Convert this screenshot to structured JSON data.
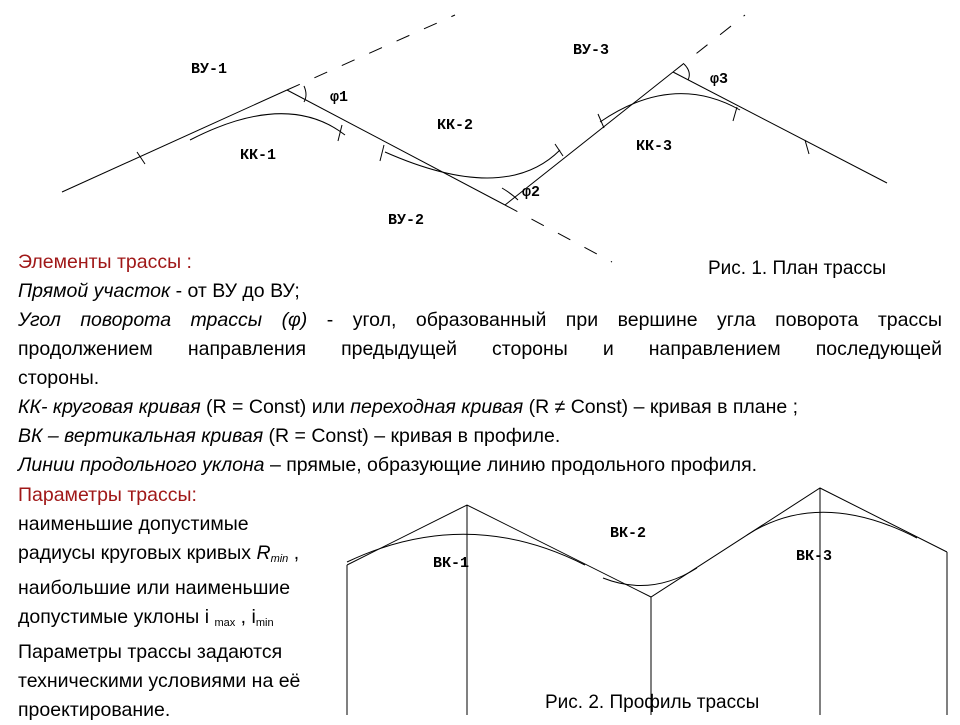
{
  "plan": {
    "labels": {
      "vu1": "ВУ-1",
      "vu2": "ВУ-2",
      "vu3": "ВУ-3",
      "phi1": "φ1",
      "phi2": "φ2",
      "phi3": "φ3",
      "kk1": "КК-1",
      "kk2": "КК-2",
      "kk3": "КК-3"
    },
    "caption": "Рис. 1. План трассы"
  },
  "elements": {
    "heading": "Элементы трассы :",
    "straight_term": "Прямой участок",
    "straight_def": "  - от ВУ до ВУ;",
    "angle_term": "Угол поворота трассы (φ)",
    "angle_def_1": " - угол, образованный при вершине угла поворота трассы",
    "angle_def_2": "продолжением направления предыдущей стороны и направлением последующей",
    "angle_def_3": "стороны.",
    "kk_term": "КК- круговая кривая",
    "kk_def_1": " (R = Const) или ",
    "kk_term_2": "переходная кривая",
    "kk_def_2": " (R ≠ Const) – кривая в плане ;",
    "vk_term": "ВК – вертикальная кривая",
    "vk_def": " (R = Const) – кривая в профиле.",
    "slope_term": "Линии продольного уклона",
    "slope_def": " – прямые, образующие линию продольного профиля."
  },
  "parameters": {
    "heading": "Параметры трассы:",
    "line1": "наименьшие допустимые",
    "line2a": "радиусы круговых кривых ",
    "line2_r": "R",
    "line2_sub": "min",
    "line2b": " ,",
    "line3": "наибольшие или наименьшие",
    "line4a": "допустимые уклоны i ",
    "line4_sub1": "max",
    "line4b": " , i",
    "line4_sub2": "min",
    "line5": "Параметры  трассы задаются",
    "line6": "техническими условиями на её",
    "line7": "проектирование."
  },
  "profile": {
    "labels": {
      "vk1": "ВК-1",
      "vk2": "ВК-2",
      "vk3": "ВК-3"
    },
    "caption": "Рис. 2. Профиль трассы"
  },
  "colors": {
    "heading_red": "#a01818",
    "lines": "#000000"
  }
}
